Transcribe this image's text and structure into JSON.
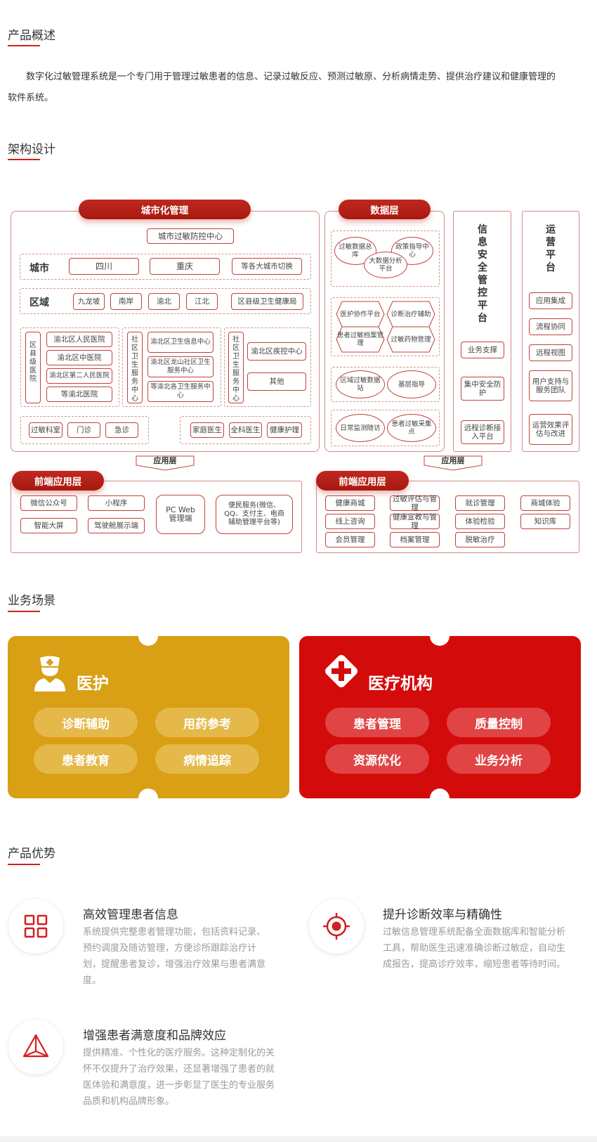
{
  "overview": {
    "title": "产品概述",
    "text": "数字化过敏管理系统是一个专门用于管理过敏患者的信息、记录过敏反应、预测过敏原、分析病情走势、提供治疗建议和健康管理的软件系统。"
  },
  "architecture": {
    "title": "架构设计",
    "city_mgmt": {
      "tab": "城市化管理",
      "center": "城市过敏防控中心",
      "city_row_label": "城市",
      "cities": [
        "四川",
        "重庆",
        "等各大城市切换"
      ],
      "region_row_label": "区域",
      "regions": [
        "九龙坡",
        "南岸",
        "渝北",
        "江北",
        "区县级卫生健康局"
      ],
      "hospital_level_label": "区县级医院",
      "hospitals": [
        "渝北区人民医院",
        "渝北区中医院",
        "渝北区第二人民医院",
        "等渝北医院"
      ],
      "community_label": "社区卫生服务中心",
      "community_centers": [
        "渝北区卫生信息中心",
        "渝北区龙山社区卫生服务中心",
        "等渝北各卫生服务中心"
      ],
      "community_label_2": "社区卫生服务中心",
      "cdc": [
        "渝北区疾控中心",
        "其他"
      ],
      "departments": [
        "过敏科室",
        "门诊",
        "急诊"
      ],
      "doctors": [
        "家庭医生",
        "全科医生",
        "健康护理"
      ]
    },
    "data_layer": {
      "tab": "数据层",
      "top_ovals": [
        "过敏数据总库",
        "政策指导中心",
        "大数据分析平台"
      ],
      "hexes": [
        "医护协作平台",
        "诊断治疗辅助",
        "患者过敏档案管理",
        "过敏药物管理"
      ],
      "mid_ovals": [
        "区域过敏数据站",
        "基层指导"
      ],
      "bottom_ovals": [
        "日常监测随访",
        "患者过敏采集点"
      ]
    },
    "security": {
      "title": "信息安全管控平台",
      "items": [
        "业务支撑",
        "集中安全防护",
        "远程诊断接入平台"
      ]
    },
    "operations": {
      "title": "运营平台",
      "items": [
        "应用集成",
        "流程协同",
        "远程视图",
        "用户支持与服务团队",
        "运营效果评估与改进"
      ]
    },
    "app_layer_left": "应用层",
    "app_layer_right": "应用层",
    "frontend_left": {
      "tab": "前端应用层",
      "items": [
        "微信公众号",
        "小程序",
        "智能大屏",
        "驾驶舱展示端"
      ],
      "pc": "PC Web管理端",
      "service": "便民服务(微信、QQ、支付主、电商辅助管理平台等)"
    },
    "frontend_right": {
      "tab": "前端应用层",
      "items": [
        "健康商城",
        "过敏评估与管理",
        "就诊管理",
        "商城体验",
        "线上咨询",
        "健康宣教与管理",
        "体验检验",
        "知识库",
        "会员管理",
        "档案管理",
        "脱敏治疗"
      ]
    }
  },
  "scenarios": {
    "title": "业务场景",
    "cards": [
      {
        "title": "医护",
        "icon": "nurse-icon",
        "chips": [
          "诊断辅助",
          "用药参考",
          "患者教育",
          "病情追踪"
        ],
        "color": "#d99f15",
        "chip_color": "#e5b84a"
      },
      {
        "title": "医疗机构",
        "icon": "medical-cross-icon",
        "chips": [
          "患者管理",
          "质量控制",
          "资源优化",
          "业务分析"
        ],
        "color": "#d40b0b",
        "chip_color": "#e04444"
      }
    ]
  },
  "advantages": {
    "title": "产品优势",
    "items": [
      {
        "title": "高效管理患者信息",
        "icon": "grid-icon",
        "text": "系统提供完整患者管理功能，包括资料记录、预约调度及随访管理，方便诊所跟踪治疗计划，提醒患者复诊，增强治疗效果与患者满意度。"
      },
      {
        "title": "提升诊断效率与精确性",
        "icon": "target-icon",
        "text": "过敏信息管理系统配备全面数据库和智能分析工具，帮助医生迅速准确诊断过敏症，自动生成报告，提高诊疗效率，缩短患者等待时间。"
      },
      {
        "title": "增强患者满意度和品牌效应",
        "icon": "prism-icon",
        "text": "提供精准、个性化的医疗服务。这种定制化的关怀不仅提升了治疗效果，还显著增强了患者的就医体验和满意度，进一步彰显了医生的专业服务品质和机构品牌形象。"
      }
    ]
  },
  "colors": {
    "accent": "#d41f1f",
    "gold": "#d99f15",
    "red": "#d40b0b"
  }
}
